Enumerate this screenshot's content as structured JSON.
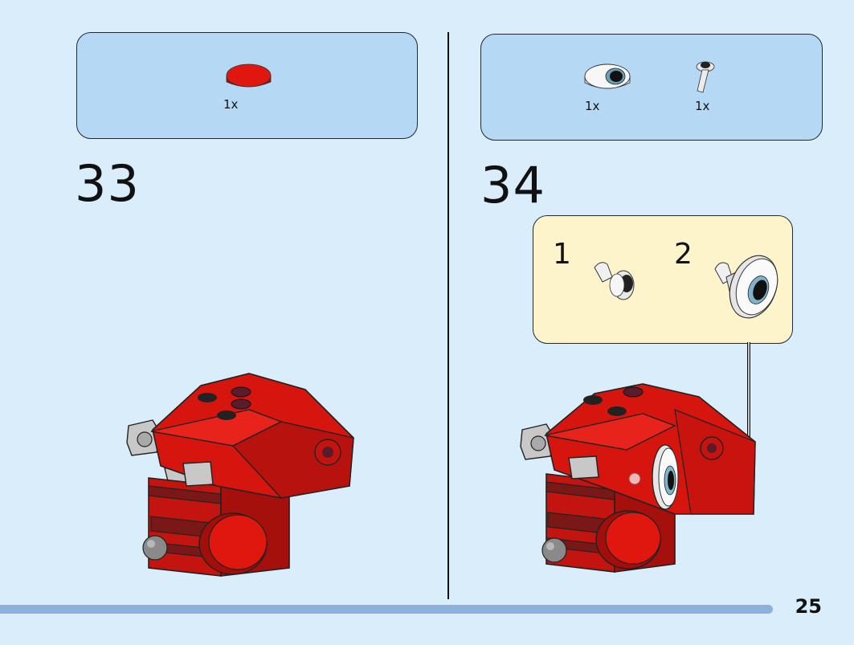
{
  "page": {
    "number": "25"
  },
  "steps": [
    {
      "number": "33",
      "parts": [
        {
          "icon": "red-round-tile-icon",
          "qty": "1x"
        }
      ]
    },
    {
      "number": "34",
      "parts": [
        {
          "icon": "eye-tile-icon",
          "qty": "1x"
        },
        {
          "icon": "clip-bracket-icon",
          "qty": "1x"
        }
      ],
      "substeps": [
        {
          "number": "1"
        },
        {
          "number": "2"
        }
      ]
    }
  ],
  "colors": {
    "page_bg": "#d9edfb",
    "parts_box": "#b5d8f5",
    "substep_box": "#fdf4cc",
    "brick_red": "#d7150f",
    "progress_bar": "#8eb0de"
  }
}
